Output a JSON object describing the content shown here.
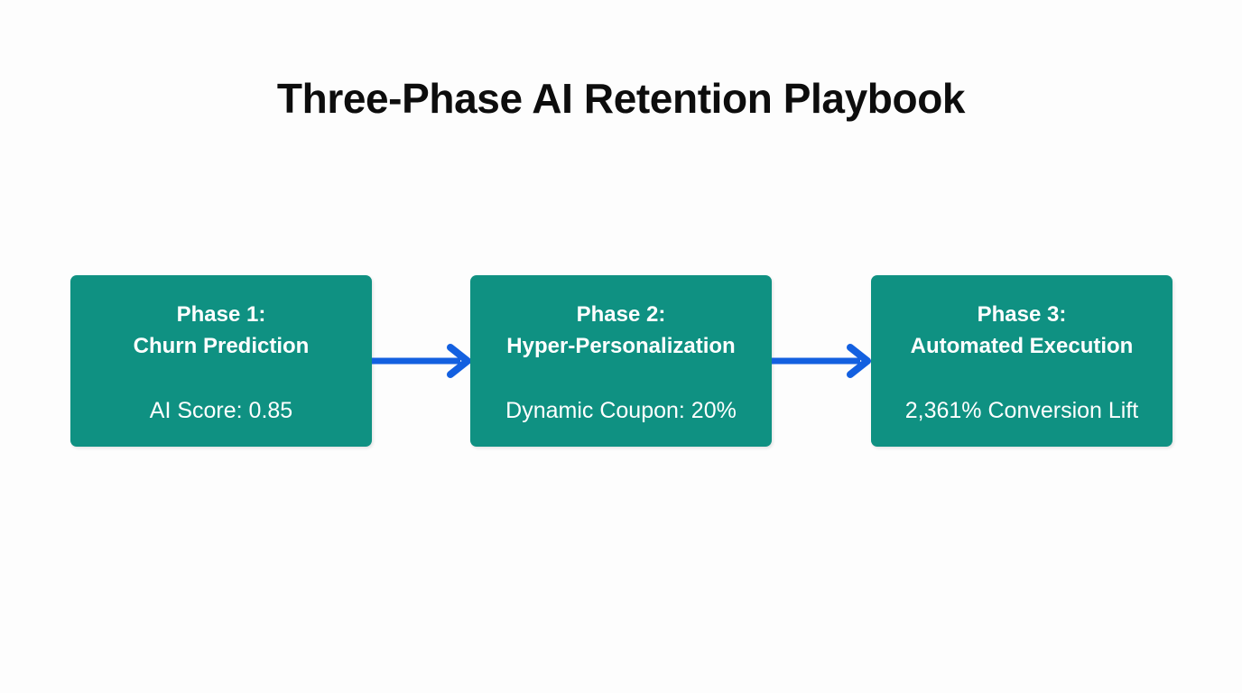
{
  "title": "Three-Phase AI Retention Playbook",
  "colors": {
    "background": "#fdfdfd",
    "node_fill": "#0f9182",
    "node_text": "#ffffff",
    "arrow": "#1360e0",
    "title_text": "#0d0d0d"
  },
  "diagram": {
    "type": "flowchart",
    "orientation": "left-to-right",
    "nodes": [
      {
        "id": "phase-1",
        "title_line1": "Phase 1:",
        "title_line2": "Churn Prediction",
        "metric": "AI Score: 0.85"
      },
      {
        "id": "phase-2",
        "title_line1": "Phase 2:",
        "title_line2": "Hyper-Personalization",
        "metric": "Dynamic Coupon: 20%"
      },
      {
        "id": "phase-3",
        "title_line1": "Phase 3:",
        "title_line2": "Automated Execution",
        "metric": "2,361% Conversion Lift"
      }
    ],
    "connectors": [
      {
        "id": "arrow-1",
        "from": "phase-1",
        "to": "phase-2",
        "icon": "arrow-right-icon"
      },
      {
        "id": "arrow-2",
        "from": "phase-2",
        "to": "phase-3",
        "icon": "arrow-right-icon"
      }
    ]
  }
}
